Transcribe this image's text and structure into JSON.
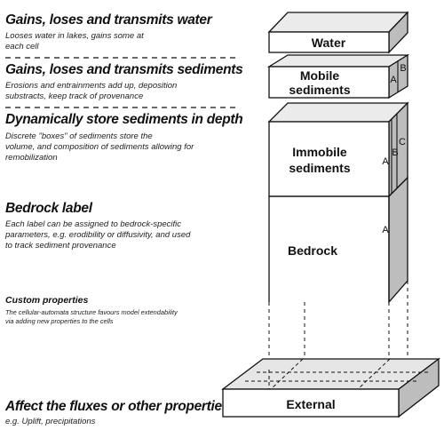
{
  "sections": [
    {
      "heading": "Gains, loses and transmits water",
      "lines": [
        "Looses water in lakes, gains some at",
        "each cell"
      ]
    },
    {
      "heading": "Gains, loses and transmits sediments",
      "lines": [
        "Erosions and entrainments add up, deposition",
        "substracts, keep track of provenance"
      ]
    },
    {
      "heading": "Dynamically store sediments in depth",
      "lines": [
        "Discrete \"boxes\" of sediments store the",
        "volume, and composition of sediments allowing for",
        "remobilization"
      ]
    },
    {
      "heading": "Bedrock label",
      "lines": [
        "Each label can be assigned to bedrock-specific",
        "parameters, e.g. erodibility or diffusivity, and used",
        "to track sediment provenance"
      ]
    },
    {
      "heading": "Custom properties",
      "lines": [
        "The cellular-automata structure favours model extendability",
        "via adding new properties to the cells"
      ]
    },
    {
      "heading": "Affect the fluxes or other properties",
      "lines": [
        "e.g. Uplift, precipitations"
      ]
    }
  ],
  "diagram": {
    "water": "Water",
    "mobile_line1": "Mobile",
    "mobile_line2": "sediments",
    "mobile_sides": [
      "A",
      "B"
    ],
    "immobile_line1": "Immobile",
    "immobile_line2": "sediments",
    "immobile_sides": [
      "A",
      "B",
      "C"
    ],
    "bedrock": "Bedrock",
    "bedrock_side": "A",
    "external": "External"
  }
}
